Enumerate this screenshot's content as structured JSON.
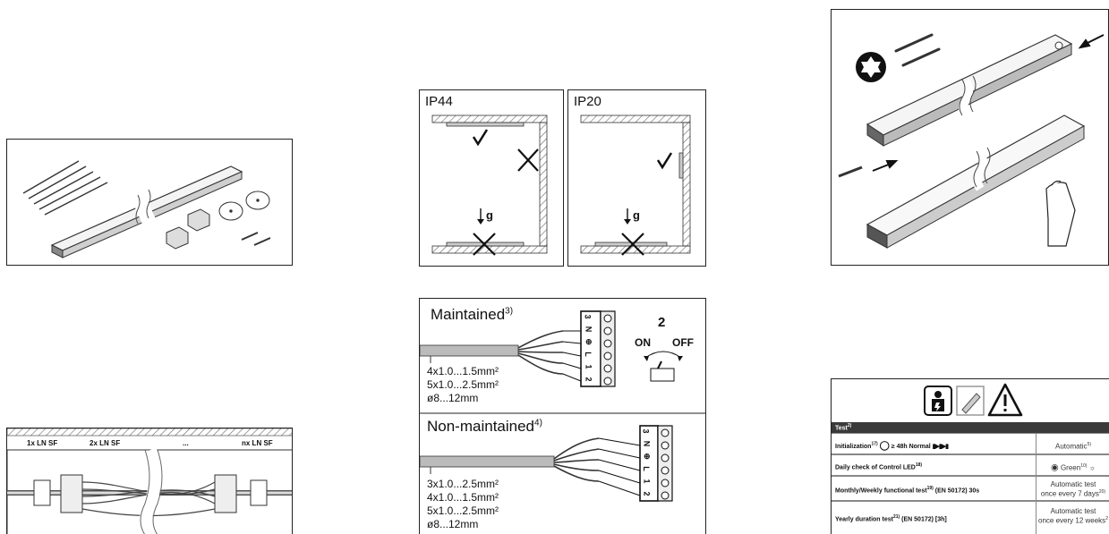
{
  "package_panel": {},
  "mounting_panel": {
    "ip44_label": "IP44",
    "ip20_label": "IP20",
    "gravity_label": "g"
  },
  "series_panel": {
    "labels": [
      "1x LN SF",
      "2x LN SF",
      "...",
      "nx LN SF"
    ]
  },
  "wiring_panel": {
    "maintained": {
      "title": "Maintained",
      "note": "3)",
      "specs": [
        "4x1.0...1.5mm²",
        "5x1.0...2.5mm²",
        "ø8...12mm"
      ],
      "switch_number": "2",
      "switch_on": "ON",
      "switch_off": "OFF",
      "terminals": [
        "3",
        "N",
        "⊕",
        "L",
        "1",
        "2"
      ]
    },
    "non_maintained": {
      "title": "Non-maintained",
      "note": "4)",
      "specs": [
        "3x1.0...2.5mm²",
        "4x1.0...1.5mm²",
        "5x1.0...2.5mm²",
        "ø8...12mm"
      ],
      "terminals": [
        "3",
        "N",
        "⊕",
        "L",
        "1",
        "2"
      ]
    }
  },
  "install_panel": {},
  "test_panel": {
    "header": "Test",
    "header_note": "2)",
    "rows": [
      {
        "left": "Initialization",
        "left_note": "17)",
        "left_extra": "≥ 48h Normal",
        "right": "Automatic",
        "right_note": "5)"
      },
      {
        "left": "Daily check of Control LED",
        "left_note": "18)",
        "left_extra": "",
        "right": "Green",
        "right_note": "10)"
      },
      {
        "left": "Monthly/Weekly functional test",
        "left_note": "19)",
        "left_extra": "(EN 50172)  30s",
        "right": "Automatic test",
        "right_line2": "once every 7 days",
        "right_note": "20)"
      },
      {
        "left": "Yearly duration test",
        "left_note": "21)",
        "left_extra": "(EN 50172)  [3h]",
        "right": "Automatic test",
        "right_line2": "once every 12 weeks",
        "right_note": "2"
      }
    ]
  }
}
